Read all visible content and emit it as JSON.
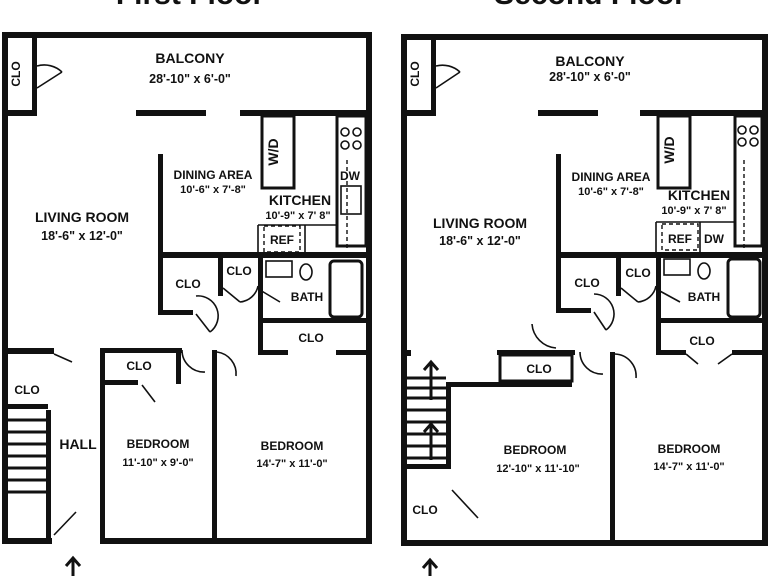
{
  "floors": [
    {
      "title": "First Floor",
      "rooms": {
        "balcony": {
          "name": "BALCONY",
          "dim": "28'-10\" x 6'-0\""
        },
        "closet_balcony": {
          "name": "CLO"
        },
        "wd": {
          "name": "W/D"
        },
        "dining": {
          "name": "DINING AREA",
          "dim": "10'-6\" x 7'-8\""
        },
        "dw": {
          "name": "DW"
        },
        "kitchen": {
          "name": "KITCHEN",
          "dim": "10'-9\" x 7' 8\""
        },
        "refrigerator": {
          "name": "REF"
        },
        "living": {
          "name": "LIVING ROOM",
          "dim": "18'-6\" x 12'-0\""
        },
        "closet_a": {
          "name": "CLO"
        },
        "closet_b": {
          "name": "CLO"
        },
        "bath": {
          "name": "BATH"
        },
        "closet_c": {
          "name": "CLO"
        },
        "closet_d": {
          "name": "CLO"
        },
        "closet_e": {
          "name": "CLO"
        },
        "hall": {
          "name": "HALL"
        },
        "bedroom_1": {
          "name": "BEDROOM",
          "dim": "11'-10\" x 9'-0\""
        },
        "bedroom_2": {
          "name": "BEDROOM",
          "dim": "14'-7\" x 11'-0\""
        }
      }
    },
    {
      "title": "Second Floor",
      "rooms": {
        "balcony": {
          "name": "BALCONY",
          "dim": "28'-10\" x 6'-0\""
        },
        "closet_balcony": {
          "name": "CLO"
        },
        "wd": {
          "name": "W/D"
        },
        "dining": {
          "name": "DINING AREA",
          "dim": "10'-6\" x 7'-8\""
        },
        "kitchen": {
          "name": "KITCHEN",
          "dim": "10'-9\" x 7' 8\""
        },
        "refrigerator": {
          "name": "REF"
        },
        "dw": {
          "name": "DW"
        },
        "living": {
          "name": "LIVING ROOM",
          "dim": "18'-6\" x 12'-0\""
        },
        "closet_a": {
          "name": "CLO"
        },
        "closet_b": {
          "name": "CLO"
        },
        "bath": {
          "name": "BATH"
        },
        "closet_c": {
          "name": "CLO"
        },
        "closet_d": {
          "name": "CLO"
        },
        "closet_e": {
          "name": "CLO"
        },
        "bedroom_1": {
          "name": "BEDROOM",
          "dim": "12'-10\" x 11'-10\""
        },
        "bedroom_2": {
          "name": "BEDROOM",
          "dim": "14'-7\" x 11'-0\""
        }
      }
    }
  ]
}
